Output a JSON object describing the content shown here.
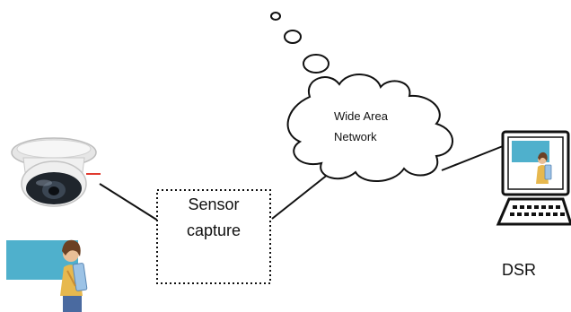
{
  "nodes": {
    "sensor_capture": {
      "line1": "Sensor",
      "line2": "capture"
    },
    "wan": {
      "line1": "Wide Area",
      "line2": "Network"
    },
    "dsr": {
      "label": "DSR"
    }
  },
  "icons": {
    "camera": "security-camera-icon",
    "person": "person-with-board-icon",
    "terminal": "computer-terminal-icon",
    "cloud": "cloud-icon"
  },
  "colors": {
    "line": "#111111",
    "cyan_board": "#4fb0cc",
    "camera_body": "#f2f2f2",
    "lens": "#2a2f36",
    "camera_led": "#e03a2f"
  }
}
